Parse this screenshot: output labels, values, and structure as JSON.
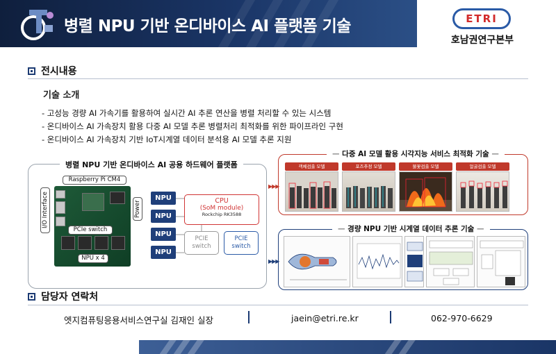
{
  "header": {
    "title": "병렬 NPU 기반 온디바이스 AI 플랫폼 기술",
    "org_logo": "ETRI",
    "org_name": "호남권연구본부"
  },
  "exhibit": {
    "section_label": "전시내용",
    "intro_title": "기술 소개",
    "bullets": [
      "- 고성능 경량 AI 가속기를 활용하여 실시간 AI 추론 연산을 병렬 처리할 수 있는 시스템",
      "- 온디바이스 AI 가속장치 활용 다중 AI 모델 추론 병렬처리 최적화를 위한 파이프라인 구현",
      "- 온디바이스 AI 가속장치 기반 IoT시계열 데이터 분석용 AI 모델 추론 지원"
    ]
  },
  "hardware": {
    "title": "병렬 NPU 기반 온디바이스 AI 공용 하드웨어 플랫폼",
    "board_label": "Raspberry Pi CM4",
    "io_label": "I/O Interface",
    "power_label": "Power",
    "pcie_switch_label": "PCIe switch",
    "npu_x4_label": "NPU x 4",
    "npu_blocks": [
      "NPU",
      "NPU",
      "NPU",
      "NPU"
    ],
    "cpu": {
      "line1": "CPU",
      "line2": "(SoM module)",
      "line3": "Rockchip RK3588"
    },
    "pcie_gray": {
      "line1": "PCIE",
      "line2": "switch"
    },
    "pcie_blue": {
      "line1": "PCIE",
      "line2": "switch"
    }
  },
  "vision_service": {
    "title": "다중 AI 모델 활용 시각지능 서비스 최적화 기술",
    "models": [
      "객체검출 모델",
      "포즈추정 모델",
      "불꽃검출 모델",
      "얼굴검출 모델"
    ]
  },
  "timeseries": {
    "title": "경량 NPU 기반 시계열 데이터 추론 기술"
  },
  "contact": {
    "section_label": "담당자 연락처",
    "person": "엣지컴퓨팅응용서비스연구실 김재인 실장",
    "email": "jaein@etri.re.kr",
    "phone": "062-970-6629"
  },
  "colors": {
    "navy": "#1c3b73",
    "red": "#c0392b",
    "blue": "#2a5aa6"
  }
}
